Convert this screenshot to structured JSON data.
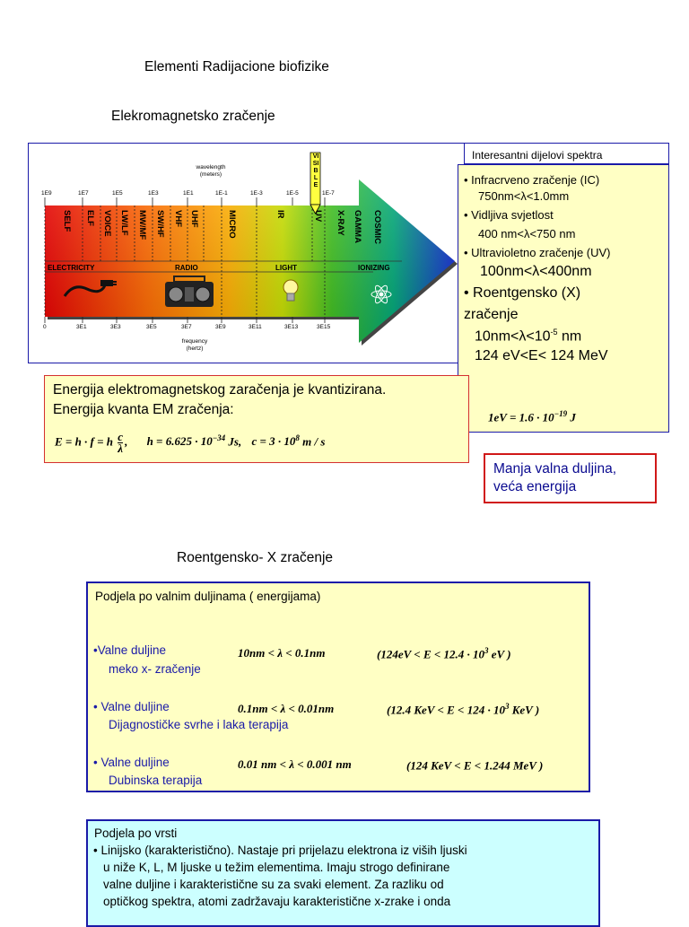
{
  "title": "Elementi Radijacione biofizike",
  "subtitle1": "Elekromagnetsko zračenje",
  "subtitle2": "Roentgensko- X zračenje",
  "spectrum": {
    "wavelength_label": "wavelength",
    "wavelength_unit": "(meters)",
    "wavelength_ticks": [
      "1E9",
      "1E7",
      "1E5",
      "1E3",
      "1E1",
      "1E-1",
      "1E-3",
      "1E-5",
      "1E-7"
    ],
    "bands": [
      "SELF",
      "ELF",
      "VOICE",
      "LW/LF",
      "MW/MF",
      "SW/HF",
      "VHF",
      "UHF",
      "MICRO",
      "IR",
      "UV",
      "X-RAY",
      "GAMMA",
      "COSMIC"
    ],
    "visible_label": "VISIBLE",
    "sections": [
      "ELECTRICITY",
      "RADIO",
      "LIGHT",
      "IONIZING"
    ],
    "frequency_ticks": [
      "0",
      "3E1",
      "3E3",
      "3E5",
      "3E7",
      "3E9",
      "3E11",
      "3E13",
      "3E15"
    ],
    "frequency_label": "frequency",
    "frequency_unit": "(hertz)"
  },
  "interest": {
    "title": "Interesantni dijelovi spektra",
    "ic_label": "Infracrveno zračenje (IC)",
    "ic_range": "750nm<λ<1.0mm",
    "vis_label": "Vidljiva svjetlost",
    "vis_range": "400 nm<λ<750 nm",
    "uv_label": "Ultravioletno zračenje (UV)",
    "uv_range": "100nm<λ<400nm",
    "x_label1": "Roentgensko (X)",
    "x_label2": "zračenje",
    "x_range_pre": "10nm<λ<10",
    "x_range_exp": "-5",
    "x_range_post": " nm",
    "x_energy": "124 eV<E< 124 MeV",
    "ev_formula": "1eV = 1.6 · 10",
    "ev_exp": "−19",
    "ev_unit": " J"
  },
  "energy": {
    "line1": "Energija elektromagnetskog zaračenja je kvantizirana.",
    "line2": "Energija kvanta EM zračenja:",
    "formula_left": "E = h · f = h",
    "frac_num": "c",
    "frac_den": "λ",
    "formula_h": "h = 6.625 · 10",
    "formula_h_exp": "−34",
    "formula_h_unit": " Js,",
    "formula_c": "c = 3 · 10",
    "formula_c_exp": "8",
    "formula_c_unit": " m / s"
  },
  "note": {
    "line1": "Manja valna duljina,",
    "line2": "veća energija"
  },
  "podjela1": {
    "title": "Podjela po valnim duljinama ( energijama)",
    "rows": [
      {
        "label": "•Valne duljine",
        "sub": "meko x- zračenje",
        "range": "10nm < λ < 0.1nm",
        "energy_pre": "(124eV < E < 12.4 · 10",
        "energy_exp": "3",
        "energy_post": " eV )"
      },
      {
        "label": "• Valne duljine",
        "sub": "Dijagnostičke svrhe i laka terapija",
        "range": "0.1nm < λ < 0.01nm",
        "energy_pre": "(12.4 KeV < E < 124 · 10",
        "energy_exp": "3",
        "energy_post": " KeV )"
      },
      {
        "label": "• Valne duljine",
        "sub": "Dubinska terapija",
        "range": "0.01 nm < λ < 0.001 nm",
        "energy_pre": "(124 KeV < E < 1.244 MeV )",
        "energy_exp": "",
        "energy_post": ""
      }
    ]
  },
  "podjela2": {
    "title": "Podjela po vrsti",
    "lines": [
      "• Linijsko (karakteristično). Nastaje pri prijelazu elektrona iz viših ljuski",
      "u niže K, L, M ljuske u težim elementima. Imaju strogo definirane",
      "valne duljine i karakteristične su za svaki element. Za razliku od",
      "optičkog spektra, atomi zadržavaju karakteristične x-zrake i onda"
    ]
  }
}
